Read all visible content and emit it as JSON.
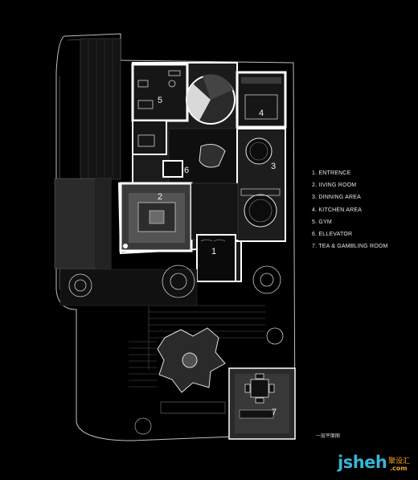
{
  "legend": [
    "1. ENTRENCE",
    "2. IIVING ROOM",
    "3. DINNING AREA",
    "4. KITCHEN AREA",
    "5. GYM",
    "6. ELLEVATOR",
    "7. TEA & GAMBLING ROOM"
  ],
  "room_numbers": [
    "1",
    "2",
    "3",
    "4",
    "5",
    "6",
    "7"
  ],
  "caption": "一层平面图",
  "watermark": {
    "text": "jsheh",
    "cn": "聚设汇",
    "domain": ".com"
  },
  "colors": {
    "background": "#000000",
    "wall": "#ffffff",
    "floor": "#1c1c1c",
    "legend_text": "#e6e6e6"
  }
}
